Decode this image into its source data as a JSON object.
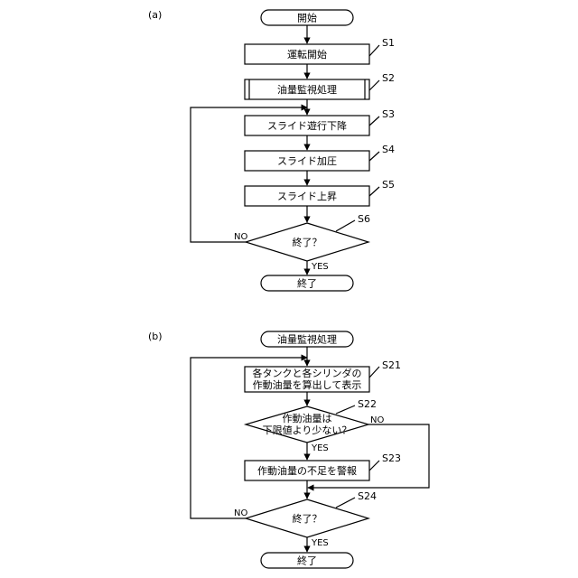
{
  "panels": {
    "a": {
      "label": "(a)",
      "start": "開始",
      "s1": {
        "text": "運転開始",
        "step": "S1"
      },
      "s2": {
        "text": "油量監視処理",
        "step": "S2"
      },
      "s3": {
        "text": "スライド遊行下降",
        "step": "S3"
      },
      "s4": {
        "text": "スライド加圧",
        "step": "S4"
      },
      "s5": {
        "text": "スライド上昇",
        "step": "S5"
      },
      "s6": {
        "text": "終了？",
        "step": "S6",
        "no": "NO",
        "yes": "YES"
      },
      "end": "終了"
    },
    "b": {
      "label": "(b)",
      "start": "油量監視処理",
      "s21": {
        "line1": "各タンクと各シリンダの",
        "line2": "作動油量を算出して表示",
        "step": "S21"
      },
      "s22": {
        "line1": "作動油量は",
        "line2": "下限値より少ない？",
        "step": "S22",
        "no": "NO",
        "yes": "YES"
      },
      "s23": {
        "text": "作動油量の不足を警報",
        "step": "S23"
      },
      "s24": {
        "text": "終了？",
        "step": "S24",
        "no": "NO",
        "yes": "YES"
      },
      "end": "終了"
    }
  },
  "colors": {
    "stroke": "#000000",
    "fill": "#ffffff"
  }
}
